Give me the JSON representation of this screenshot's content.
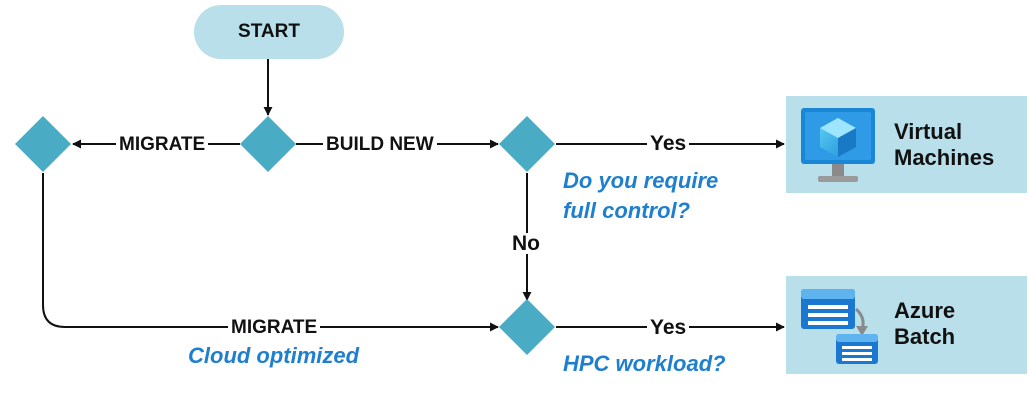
{
  "nodes": {
    "start": {
      "label": "START"
    },
    "vm_box": {
      "line1": "Virtual",
      "line2": "Machines"
    },
    "batch_box": {
      "line1": "Azure",
      "line2": "Batch"
    }
  },
  "edges": {
    "migrate_top": "MIGRATE",
    "build_new": "BUILD  NEW",
    "yes_top": "Yes",
    "no": "No",
    "migrate_bottom": "MIGRATE",
    "yes_bottom": "Yes"
  },
  "questions": {
    "full_control_line1": "Do you require",
    "full_control_line2": "full control?",
    "hpc": "HPC workload?",
    "cloud_optimized": "Cloud optimized"
  },
  "colors": {
    "start_fill": "#b8dfea",
    "diamond_fill": "#4aabc4",
    "box_fill": "#b8dfea",
    "question_text": "#1f7fcf",
    "line": "#111111"
  }
}
